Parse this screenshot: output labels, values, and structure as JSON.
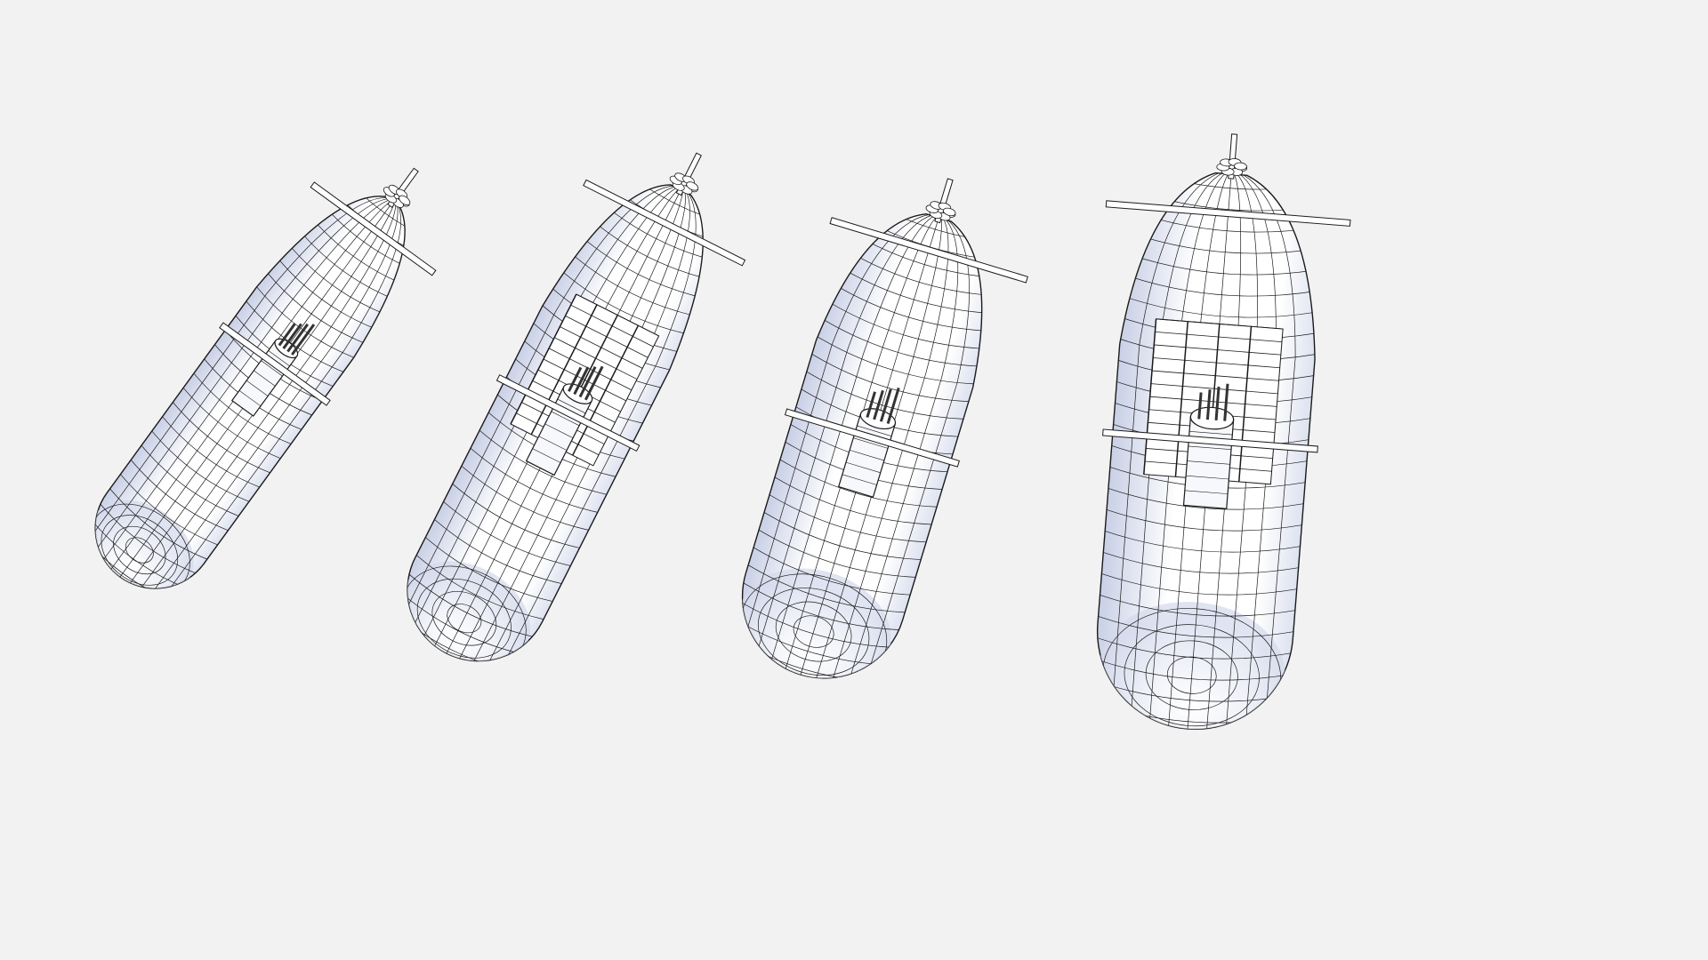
{
  "scene": {
    "background": "#f2f2f2",
    "hull_color": "#ffffff",
    "shade_color": "#c9d0e6",
    "wire_color": "#1a1a1a",
    "objects": [
      {
        "kind": "submarine",
        "variant": "attack-sub-small"
      },
      {
        "kind": "submarine",
        "variant": "missile-sub-open-hatches"
      },
      {
        "kind": "submarine",
        "variant": "attack-sub-long"
      },
      {
        "kind": "submarine",
        "variant": "missile-sub-large"
      }
    ]
  }
}
